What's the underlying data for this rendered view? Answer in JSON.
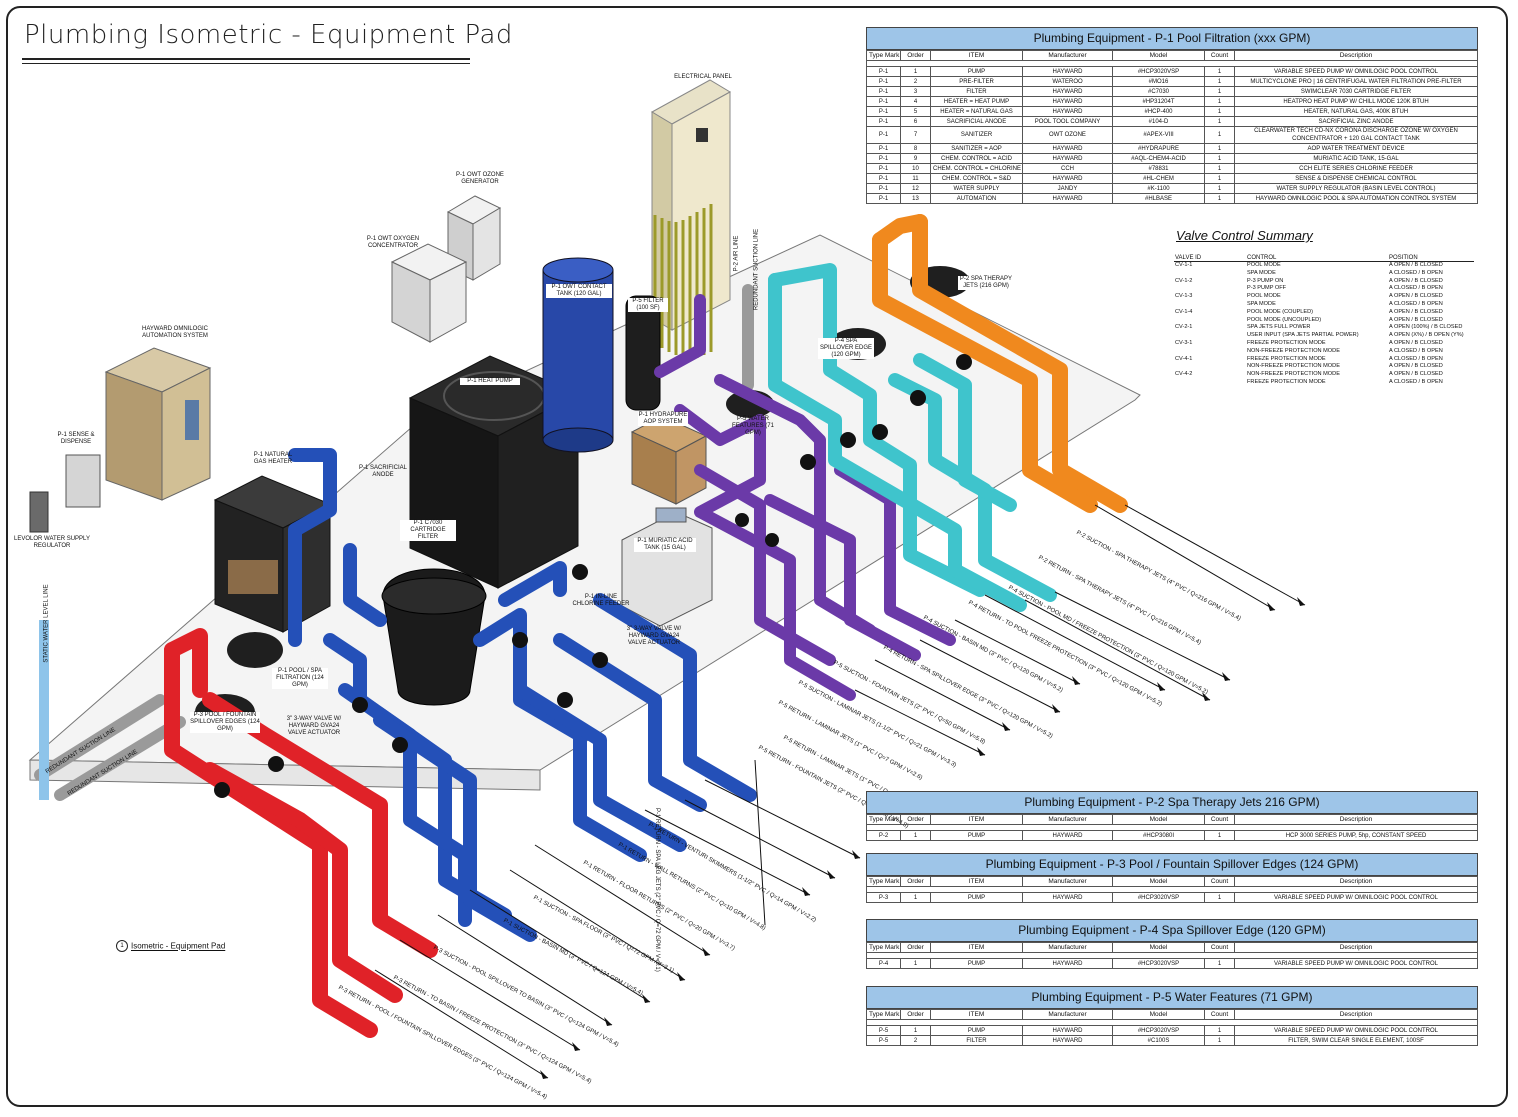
{
  "title": "Plumbing Isometric - Equipment Pad",
  "caption": {
    "num": "1",
    "text": "Isometric - Equipment Pad"
  },
  "equipment_labels": {
    "electrical_panel": "ELECTRICAL PANEL",
    "ozone_generator": "P-1 OWT OZONE GENERATOR",
    "oxygen_concentrator": "P-1 OWT OXYGEN CONCENTRATOR",
    "omnilogic": "HAYWARD OMNILOGIC AUTOMATION SYSTEM",
    "sense_dispense": "P-1 SENSE & DISPENSE",
    "levolor": "LEVOLOR WATER SUPPLY REGULATOR",
    "gas_heater": "P-1 NATURAL GAS HEATER",
    "sacrificial_anode": "P-1 SACRIFICIAL ANODE",
    "heat_pump": "P-1 HEAT PUMP",
    "contact_tank": "P-1 OWT CONTACT TANK (120 GAL)",
    "p5_filter": "P-5 FILTER (100 SF)",
    "hydrapure": "P-1 HYDRAPURE AOP SYSTEM",
    "water_features": "P-5 WATER FEATURES (71 GPM)",
    "cartridge_filter": "P-1 C7030 CARTRIDGE FILTER",
    "muriatic": "P-1 MURIATIC ACID TANK (15 GAL)",
    "chlorine_feeder": "P-1 IN-LINE CHLORINE FEEDER",
    "valve_actuator_1": "3\" 3-WAY VALVE W/ HAYWARD GVA24 VALVE ACTUATOR",
    "valve_actuator_2": "3\" 3-WAY VALVE W/ HAYWARD GVA24 VALVE ACTUATOR",
    "pool_spa_filtration": "P-1 POOL / SPA FILTRATION (124 GPM)",
    "fountain_spillover": "P-3 POOL / FOUNTAIN SPILLOVER EDGES (124 GPM)",
    "spa_spillover": "P-4 SPA SPILLOVER EDGE (120 GPM)",
    "spa_therapy": "P-2 SPA THERAPY JETS (216 GPM)",
    "redundant_suction_1": "REDUNDANT SUCTION LINE",
    "redundant_suction_2": "REDUNDANT SUCTION LINE",
    "static_level": "STATIC WATER LEVEL LINE",
    "air_line": "P-2 AIR LINE",
    "redundant_suction_vert": "REDUNDANT SUCTION LINE"
  },
  "pipe_labels": [
    "P-2 SUCTION - SPA THERAPY JETS (4\" PVC / Q=216 GPM / V=5.4)",
    "P-2 RETURN - SPA THERAPY JETS (4\" PVC / Q=216 GPM / V=5.4)",
    "P-4 SUCTION - POOL MD / FREEZE PROTECTION (3\" PVC / Q=120 GPM / V=5.2)",
    "P-4 RETURN - TO POOL FREEZE PROTECTION (3\" PVC / Q=120 GPM / V=5.2)",
    "P-4 SUCTION - BASIN MD (3\" PVC / Q=120 GPM / V=5.2)",
    "P-4 RETURN - SPA SPILLOVER EDGE (3\" PVC / Q=120 GPM / V=5.2)",
    "P-5 SUCTION - FOUNTAIN JETS (2\" PVC / Q=50 GPM / V=5.8)",
    "P-5 SUCTION - LAMINAR JETS (1-1/2\" PVC / Q=21 GPM / V=3.3)",
    "P-5 RETURN - LAMINAR JETS (1\" PVC / Q=7 GPM / V=2.6)",
    "P-5 RETURN - LAMINAR JETS (1\" PVC / Q=7 GPM / V=2.6)",
    "P-5 RETURN - FOUNTAIN JETS (2\" PVC / Q=50 GPM / V=4.8)",
    "P-1 RETURN - SPA LEG JETS (2\" PVC / Q=72 GPM / V=3.1)",
    "P-1 RETURN - VENTURI SKIMMERS (1-1/2\" PVC / Q=14 GPM / V=2.2)",
    "P-1 RETURN - WALL RETURNS (2\" PVC / Q=10 GPM / V=4.8)",
    "P-1 RETURN - FLOOR RETURNS (2\" PVC / Q=20 GPM / V=3.7)",
    "P-1 SUCTION - SPA FLOOR (3\" PVC / Q=72 GPM / V=3.1)",
    "P-1 SUCTION - BASIN MD (3\" PVC / Q=124 GPM / V=5.4)",
    "P-3 SUCTION - POOL SPILLOVER TO BASIN (3\" PVC / Q=124 GPM / V=5.4)",
    "P-3 RETURN - TO BASIN / FREEZE PROTECTION (3\" PVC / Q=124 GPM / V=5.4)",
    "P-3 RETURN - POOL / FOUNTAIN SPILLOVER EDGES (3\" PVC / Q=124 GPM / V=5.4)"
  ],
  "colors": {
    "red": "#e02228",
    "blue": "#2450b8",
    "cyan": "#3fc4cc",
    "purple": "#6b3aa8",
    "orange": "#f0891e",
    "header_fill": "#9ec5e8"
  },
  "table_columns": [
    "Type Mark",
    "Order",
    "ITEM",
    "Manufacturer",
    "Model",
    "Count",
    "Description"
  ],
  "tables": {
    "p1": {
      "title": "Plumbing Equipment - P-1 Pool Filtration (xxx GPM)",
      "rows": [
        [
          "P-1",
          "1",
          "PUMP",
          "HAYWARD",
          "#HCP3020VSP",
          "1",
          "VARIABLE SPEED PUMP W/ OMNILOGIC POOL CONTROL"
        ],
        [
          "P-1",
          "2",
          "PRE-FILTER",
          "WATEROO",
          "#MO16",
          "1",
          "MULTICYCLONE PRO | 16 CENTRIFUGAL WATER FILTRATION PRE-FILTER"
        ],
        [
          "P-1",
          "3",
          "FILTER",
          "HAYWARD",
          "#C7030",
          "1",
          "SWIMCLEAR 7030 CARTRIDGE FILTER"
        ],
        [
          "P-1",
          "4",
          "HEATER = HEAT PUMP",
          "HAYWARD",
          "#HP31204T",
          "1",
          "HEATPRO HEAT PUMP W/ CHILL MODE 120K BTUH"
        ],
        [
          "P-1",
          "5",
          "HEATER = NATURAL GAS",
          "HAYWARD",
          "#HCP-400",
          "1",
          "HEATER, NATURAL GAS, 400K BTUH"
        ],
        [
          "P-1",
          "6",
          "SACRIFICIAL ANODE",
          "POOL TOOL COMPANY",
          "#104-D",
          "1",
          "SACRIFICIAL ZINC ANODE"
        ],
        [
          "P-1",
          "7",
          "SANITIZER",
          "OWT OZONE",
          "#APEX-VIII",
          "1",
          "CLEARWATER TECH CD-NX CORONA DISCHARGE OZONE W/ OXYGEN CONCENTRATOR + 120 GAL CONTACT TANK"
        ],
        [
          "P-1",
          "8",
          "SANITIZER = AOP",
          "HAYWARD",
          "#HYDRAPURE",
          "1",
          "AOP WATER TREATMENT DEVICE"
        ],
        [
          "P-1",
          "9",
          "CHEM. CONTROL = ACID",
          "HAYWARD",
          "#AQL-CHEM4-ACID",
          "1",
          "MURIATIC ACID TANK, 15-GAL"
        ],
        [
          "P-1",
          "10",
          "CHEM. CONTROL = CHLORINE",
          "CCH",
          "#78831",
          "1",
          "CCH ELITE SERIES CHLORINE FEEDER"
        ],
        [
          "P-1",
          "11",
          "CHEM. CONTROL = S&D",
          "HAYWARD",
          "#HL-CHEM",
          "1",
          "SENSE & DISPENSE CHEMICAL CONTROL"
        ],
        [
          "P-1",
          "12",
          "WATER SUPPLY",
          "JANDY",
          "#K-1100",
          "1",
          "WATER SUPPLY REGULATOR (BASIN LEVEL CONTROL)"
        ],
        [
          "P-1",
          "13",
          "AUTOMATION",
          "HAYWARD",
          "#HLBASE",
          "1",
          "HAYWARD OMNILOGIC POOL & SPA AUTOMATION CONTROL SYSTEM"
        ]
      ]
    },
    "p2": {
      "title": "Plumbing Equipment - P-2 Spa Therapy Jets 216 GPM)",
      "rows": [
        [
          "P-2",
          "1",
          "PUMP",
          "HAYWARD",
          "#HCP3080I",
          "1",
          "HCP 3000 SERIES PUMP, 5hp, CONSTANT SPEED"
        ]
      ]
    },
    "p3": {
      "title": "Plumbing Equipment - P-3 Pool / Fountain Spillover Edges (124 GPM)",
      "rows": [
        [
          "P-3",
          "1",
          "PUMP",
          "HAYWARD",
          "#HCP3020VSP",
          "1",
          "VARIABLE SPEED PUMP W/ OMNILOGIC POOL CONTROL"
        ]
      ]
    },
    "p4": {
      "title": "Plumbing Equipment - P-4 Spa Spillover Edge (120 GPM)",
      "rows": [
        [
          "P-4",
          "1",
          "PUMP",
          "HAYWARD",
          "#HCP3020VSP",
          "1",
          "VARIABLE SPEED PUMP W/ OMNILOGIC POOL CONTROL"
        ]
      ]
    },
    "p5": {
      "title": "Plumbing Equipment - P-5 Water Features (71 GPM)",
      "rows": [
        [
          "P-5",
          "1",
          "PUMP",
          "HAYWARD",
          "#HCP3020VSP",
          "1",
          "VARIABLE SPEED PUMP W/ OMNILOGIC POOL CONTROL"
        ],
        [
          "P-5",
          "2",
          "FILTER",
          "HAYWARD",
          "#C100S",
          "1",
          "FILTER, SWIM CLEAR SINGLE ELEMENT, 100SF"
        ]
      ]
    }
  },
  "valve_summary": {
    "title": "Valve Control Summary",
    "columns": [
      "VALVE ID",
      "CONTROL",
      "POSITION"
    ],
    "rows": [
      [
        "CV-1-1",
        "POOL MODE",
        "A OPEN / B CLOSED"
      ],
      [
        "",
        "SPA MODE",
        "A CLOSED / B OPEN"
      ],
      [
        "CV-1-2",
        "P-3 PUMP ON",
        "A OPEN / B CLOSED"
      ],
      [
        "",
        "P-3 PUMP OFF",
        "A CLOSED / B OPEN"
      ],
      [
        "CV-1-3",
        "POOL MODE",
        "A OPEN / B CLOSED"
      ],
      [
        "",
        "SPA MODE",
        "A CLOSED / B OPEN"
      ],
      [
        "CV-1-4",
        "POOL MODE (COUPLED)",
        "A OPEN / B CLOSED"
      ],
      [
        "",
        "POOL MODE (UNCOUPLED)",
        "A OPEN / B CLOSED"
      ],
      [
        "CV-2-1",
        "SPA JETS FULL POWER",
        "A OPEN (100%) / B CLOSED"
      ],
      [
        "",
        "USER INPUT (SPA JETS PARTIAL POWER)",
        "A OPEN (X%) / B OPEN (Y%)"
      ],
      [
        "CV-3-1",
        "FREEZE PROTECTION MODE",
        "A OPEN / B CLOSED"
      ],
      [
        "",
        "NON-FREEZE PROTECTION MODE",
        "A CLOSED / B OPEN"
      ],
      [
        "CV-4-1",
        "FREEZE PROTECTION MODE",
        "A CLOSED / B OPEN"
      ],
      [
        "",
        "NON-FREEZE PROTECTION MODE",
        "A OPEN / B CLOSED"
      ],
      [
        "CV-4-2",
        "NON-FREEZE PROTECTION MODE",
        "A OPEN / B CLOSED"
      ],
      [
        "",
        "FREEZE PROTECTION MODE",
        "A CLOSED / B OPEN"
      ]
    ]
  }
}
